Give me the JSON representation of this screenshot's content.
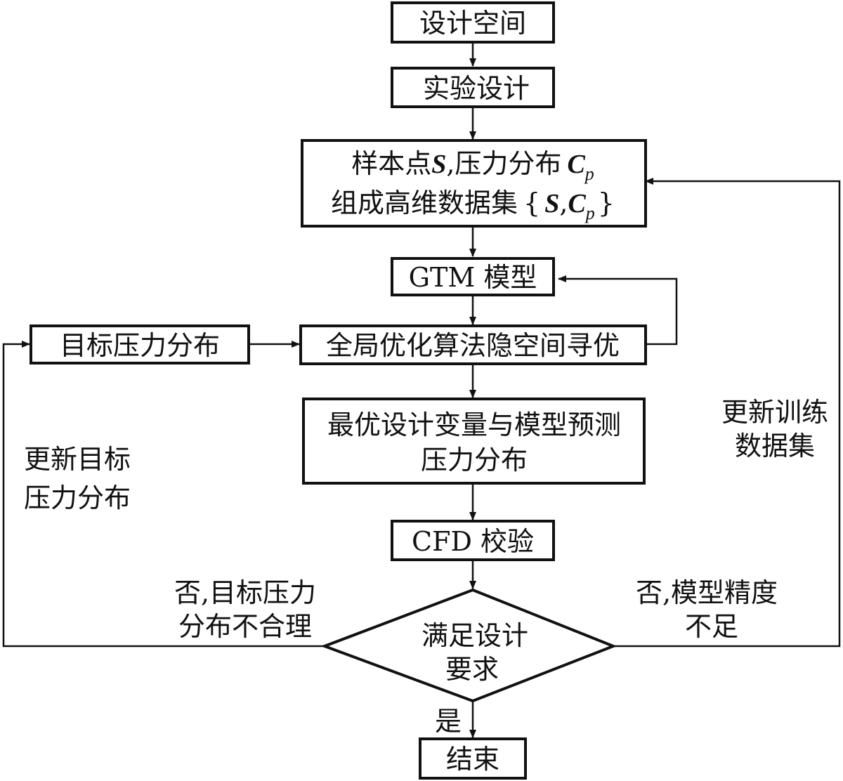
{
  "nodes": {
    "design_space": "设计空间",
    "doe": "实验设计",
    "dataset": {
      "line1_prefix": "样本点",
      "var_s": "S",
      "line1_mid": ",压力分布",
      "var_c": "C",
      "sub_p": "p",
      "line2_prefix": "组成高维数据集",
      "brace_open": "{",
      "comma": ",",
      "brace_close": "}"
    },
    "gtm": "GTM 模型",
    "target": "目标压力分布",
    "optimize": "全局优化算法隐空间寻优",
    "result_line1": "最优设计变量与模型预测",
    "result_line2": "压力分布",
    "cfd": "CFD 校验",
    "decision_line1": "满足设计",
    "decision_line2": "要求",
    "end": "结束"
  },
  "labels": {
    "update_target_line1": "更新目标",
    "update_target_line2": "压力分布",
    "update_train_line1": "更新训练",
    "update_train_line2": "数据集",
    "no_target_line1": "否,目标压力",
    "no_target_line2": "分布不合理",
    "no_model_line1": "否,模型精度",
    "no_model_line2": "不足",
    "yes": "是"
  }
}
